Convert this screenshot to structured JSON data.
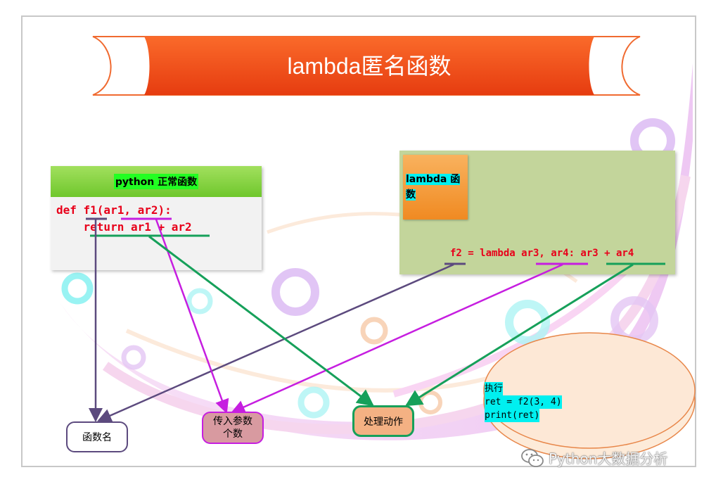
{
  "banner": {
    "title": "lambda匿名函数"
  },
  "normal_box": {
    "header": "python  正常函数",
    "code_line1": "def f1(ar1, ar2):",
    "code_line2": "    return ar1 + ar2"
  },
  "lambda_box": {
    "label": "lambda 函数",
    "code": "f2 = lambda ar3, ar4: ar3 + ar4"
  },
  "nodes": {
    "func_name": "函数名",
    "params": "传入参数个数",
    "action": "处理动作"
  },
  "exec": {
    "line1": "执行",
    "line2": "ret = f2(3, 4)",
    "line3": "print(ret)"
  },
  "watermark": {
    "text": "Python大数据分析",
    "icon": "wechat-icon"
  },
  "colors": {
    "banner": "#f04e1a",
    "arrow_name": "#5c4a7e",
    "arrow_params": "#c61ee0",
    "arrow_action": "#16a05a",
    "code": "#e8001a",
    "highlight_cyan": "#00f0f0",
    "highlight_green": "#22ff22"
  }
}
